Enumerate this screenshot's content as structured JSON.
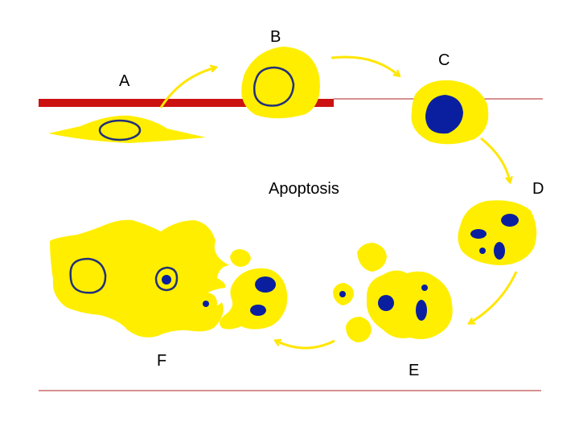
{
  "title": "Apoptosis",
  "stages": [
    {
      "label": "A"
    },
    {
      "label": "B"
    },
    {
      "label": "C"
    },
    {
      "label": "D"
    },
    {
      "label": "E"
    },
    {
      "label": "F"
    }
  ],
  "colors": {
    "cytoplasm": "#ffee00",
    "nucleus_fill": "#0a1fa0",
    "nucleus_outline": "#22307a",
    "substrate": "#cc1111",
    "divider": "#b02020",
    "arrow": "#ffe600",
    "text": "#000000"
  }
}
